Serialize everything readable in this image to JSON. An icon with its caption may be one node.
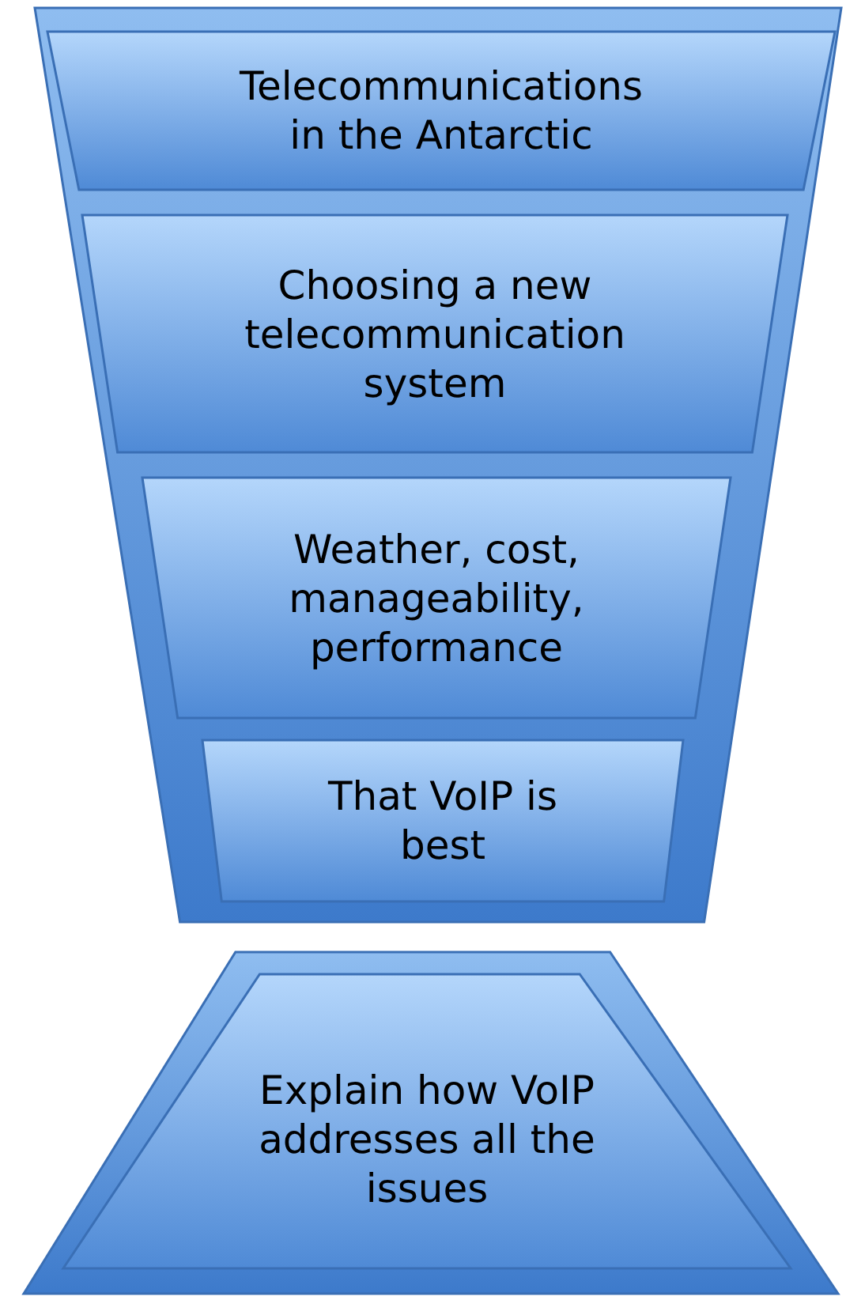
{
  "diagram": {
    "nodes": [
      {
        "text": [],
        "shape": "funnel"
      },
      {
        "text": [
          "Telecommunications in the Antarctic"
        ],
        "in": 0
      },
      {
        "text": [
          "Choosing a new telecommunication system"
        ],
        "in": 0
      },
      {
        "text": [
          "Weather, cost, manageability, performance"
        ],
        "in": 0
      },
      {
        "text": [
          "That VoIP is best"
        ],
        "in": 0
      },
      {
        "text": [],
        "shape": "trapezoid"
      },
      {
        "text": [
          "Explain how VoIP addresses all the issues"
        ],
        "in": 5
      }
    ]
  }
}
